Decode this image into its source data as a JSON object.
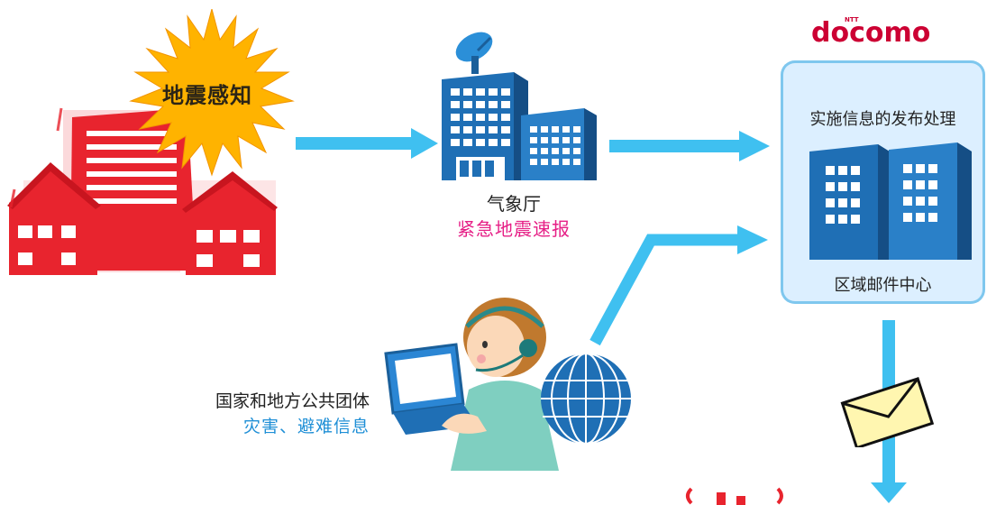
{
  "quake": {
    "burst_label": "地震感知"
  },
  "jma": {
    "name": "气象厅",
    "service": "紧急地震速报"
  },
  "operator": {
    "logo_text": "docomo",
    "logo_ntt": "NTT",
    "center_title": "实施信息的发布处理",
    "center_name": "区域邮件中心"
  },
  "government": {
    "name": "国家和地方公共团体",
    "info": "灾害、避难信息"
  },
  "colors": {
    "arrow": "#3fc0f0",
    "burst": "#ffb300",
    "house_red": "#e8242e",
    "building_blue": "#1f6fb5",
    "box_fill": "#dcefff",
    "box_border": "#7fc7ee",
    "service_pink": "#e61f86",
    "info_blue": "#1f8fd6",
    "docomo_red": "#cc0033",
    "envelope": "#fff6b0"
  }
}
